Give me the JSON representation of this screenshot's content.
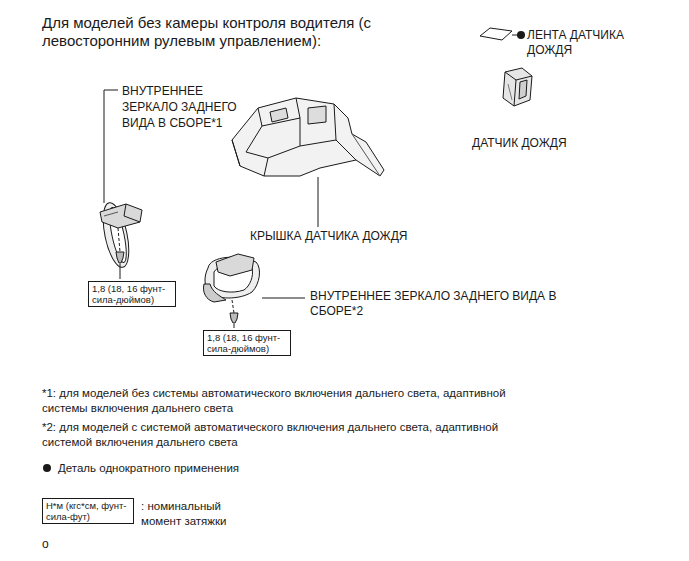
{
  "diagram": {
    "title": "Для моделей без камеры контроля водителя (с левосторонним рулевым управлением):",
    "nodes": [
      {
        "text": [
          "1,8 (18, 16 фунт- сила-дюймов)"
        ]
      },
      {
        "text": [
          "1,8 (18, 16 фунт- сила-дюймов)"
        ]
      },
      {
        "text": [
          "Н*м (кгс*см, фунт- сила-фут)"
        ]
      }
    ],
    "labels": [
      "ЛЕНТА ДАТЧИКА ДОЖДЯ",
      "ДАТЧИК ДОЖДЯ",
      "ВНУТРЕННЕЕ ЗЕРКАЛО ЗАДНЕГО ВИДА В СБОРЕ*1",
      "КРЫШКА ДАТЧИКА ДОЖДЯ",
      "ВНУТРЕННЕЕ ЗЕРКАЛО ЗАДНЕГО ВИДА В СБОРЕ*2",
      "*1: для моделей без системы автоматического включения дальнего света, адаптивной системы включения дальнего света",
      "*2: для моделей с системой автоматического включения дальнего света, адаптивной системой включения дальнего света",
      ": номинальный момент затяжки",
      "o"
    ],
    "legend": [
      {
        "text": "Деталь однократного применения"
      }
    ]
  }
}
